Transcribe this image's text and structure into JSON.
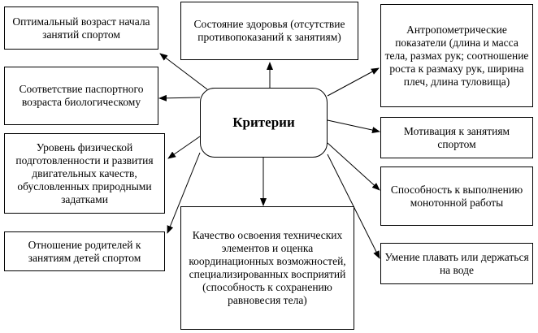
{
  "center": "Критерии",
  "criteria": [
    "Оптимальный возраст начала занятий спортом",
    "Состояние здоровья (отсутствие противопоказаний к занятиям)",
    "Антропометрические показатели (длина и масса тела, размах рук; соотношение роста к размаху рук, ширина плеч, длина туловища)",
    "Соответствие паспортного возраста биологическому",
    "Мотивация к занятиям спортом",
    "Уровень физической подготовленности и развития двигательных качеств, обусловленных природными задатками",
    "Способность к выполнению монотонной работы",
    "Качество освоения технических элементов и оценка координационных возможностей, специализированных восприятий (способность к сохранению равновесия тела)",
    "Отношение родителей к занятиям детей спортом",
    "Умение плавать или держаться на воде"
  ],
  "colors": {
    "line": "#000000",
    "background": "#ffffff"
  }
}
